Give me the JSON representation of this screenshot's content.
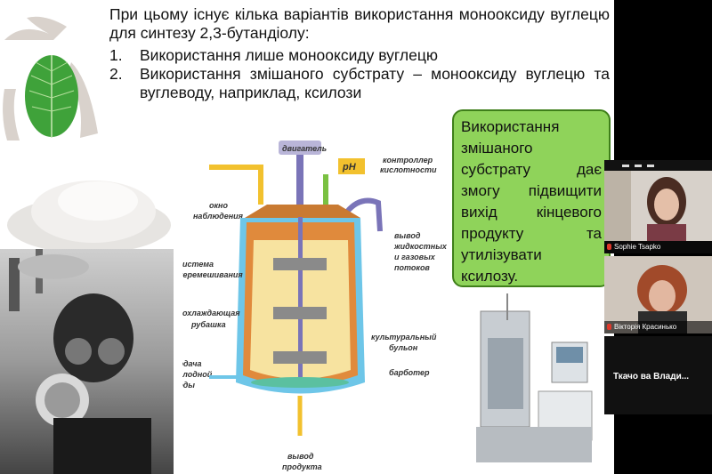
{
  "slide": {
    "intro": "При цьому існує кілька варіантів використання монооксиду вуглецю для синтезу 2,3-бутандіолу:",
    "list": [
      {
        "num": "1.",
        "text": "Використання лише монооксиду вуглецю"
      },
      {
        "num": "2.",
        "text": "Використання змішаного субстрату – монооксиду вуглецю та вуглеводу, наприклад, ксилози"
      }
    ],
    "callout_lines": [
      "Використання",
      "змішаного",
      "субстрату дає",
      "змогу підвищити",
      "вихід кінцевого",
      "продукту та",
      "утилізувати",
      "ксилозу."
    ]
  },
  "diagram": {
    "labels": {
      "motor": "двигатель",
      "ph": "pH",
      "controller1": "контроллер",
      "controller2": "кислотности",
      "window1": "окно",
      "window2": "наблюдения",
      "outlet1": "вывод",
      "outlet2": "жидкостных",
      "outlet3": "и газовых",
      "outlet4": "потоков",
      "mix1": "система",
      "mix2": "перемешивания",
      "jacket1": "охлаждающая",
      "jacket2": "рубашка",
      "broth1": "культуральный",
      "broth2": "бульон",
      "water1": "подача",
      "water2": "холодной",
      "water3": "воды",
      "sparger": "барботер",
      "product1": "вывод",
      "product2": "продукта"
    },
    "colors": {
      "arrow_yellow": "#f2c12e",
      "vessel_orange": "#e08a3c",
      "jacket_blue": "#6ec6e8",
      "broth": "#f7e3a0"
    }
  },
  "participants": [
    {
      "name": "Sophie Tsapko"
    },
    {
      "name": "Вікторія Красинько"
    },
    {
      "name": "Ткачо ва Влади..."
    }
  ]
}
